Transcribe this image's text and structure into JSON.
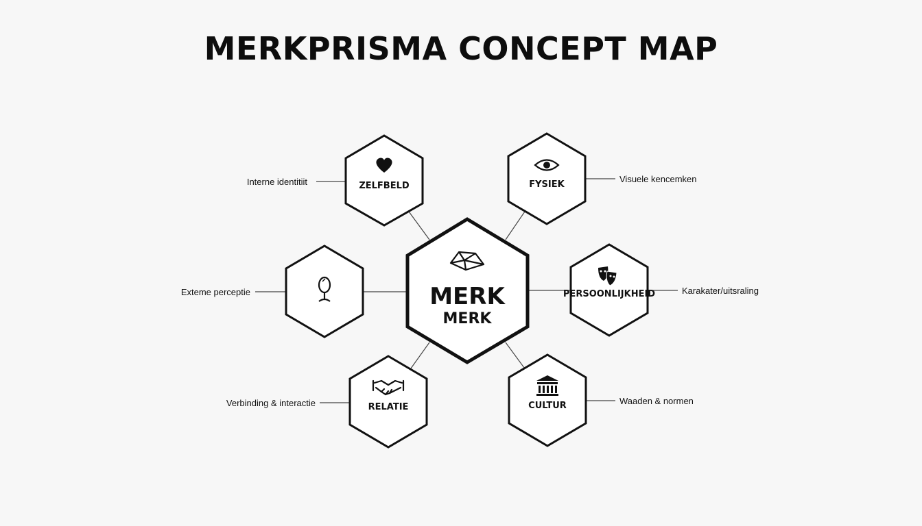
{
  "title": "MERKPRISMA CONCEPT MAP",
  "center": {
    "label_primary": "MERK",
    "label_secondary": "MERK",
    "icon": "brand-gem-icon"
  },
  "nodes": {
    "zelfbeeld": {
      "label": "ZELFBELD",
      "icon": "heart-icon",
      "side_label": "Interne identitiit"
    },
    "fysiek": {
      "label": "FYSIEK",
      "icon": "eye-icon",
      "side_label": "Visuele kencemken"
    },
    "reflectie": {
      "label": "",
      "icon": "mirror-icon",
      "side_label": "Exteme perceptie"
    },
    "persoonlijkheid": {
      "label": "PERSOONLIJKHEID",
      "icon": "theater-masks-icon",
      "side_label": "Karakater/uitsraling"
    },
    "relatie": {
      "label": "RELATIE",
      "icon": "handshake-icon",
      "side_label": "Verbinding & interactie"
    },
    "cultuur": {
      "label": "CULTUR",
      "icon": "museum-columns-icon",
      "side_label": "Waaden & normen"
    }
  },
  "colors": {
    "stroke": "#111111",
    "background": "#f7f7f7",
    "fill": "#ffffff"
  }
}
